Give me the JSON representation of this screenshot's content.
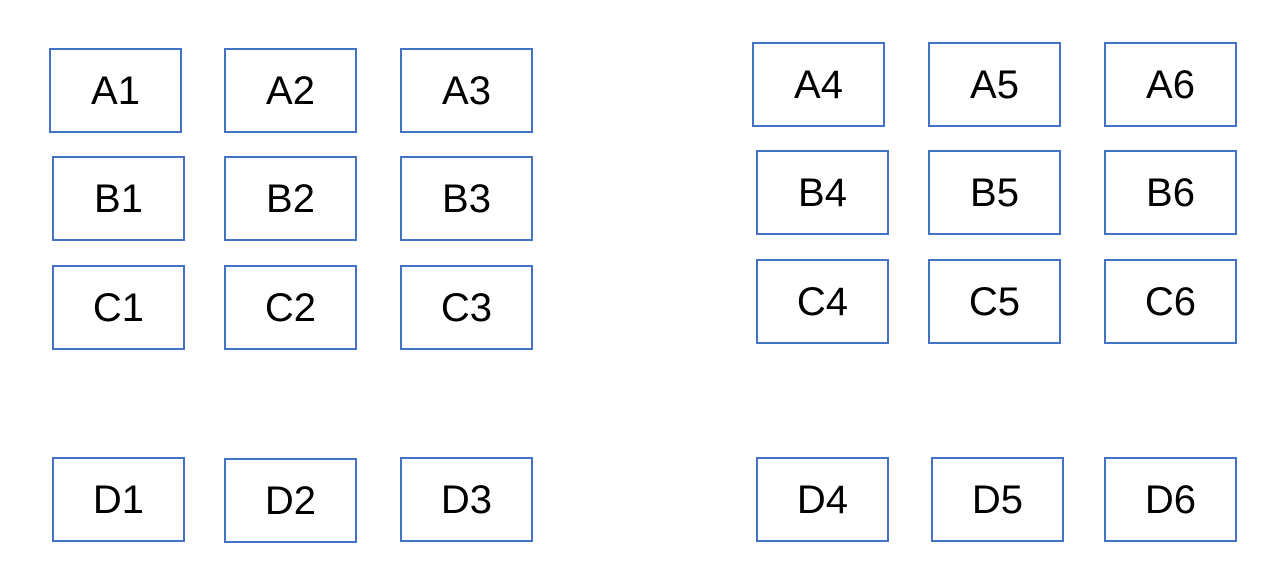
{
  "accent_color": "#4472c4",
  "boxes": {
    "A1": "A1",
    "A2": "A2",
    "A3": "A3",
    "B1": "B1",
    "B2": "B2",
    "B3": "B3",
    "C1": "C1",
    "C2": "C2",
    "C3": "C3",
    "D1": "D1",
    "D2": "D2",
    "D3": "D3",
    "A4": "A4",
    "A5": "A5",
    "A6": "A6",
    "B4": "B4",
    "B5": "B5",
    "B6": "B6",
    "C4": "C4",
    "C5": "C5",
    "C6": "C6",
    "D4": "D4",
    "D5": "D5",
    "D6": "D6"
  }
}
